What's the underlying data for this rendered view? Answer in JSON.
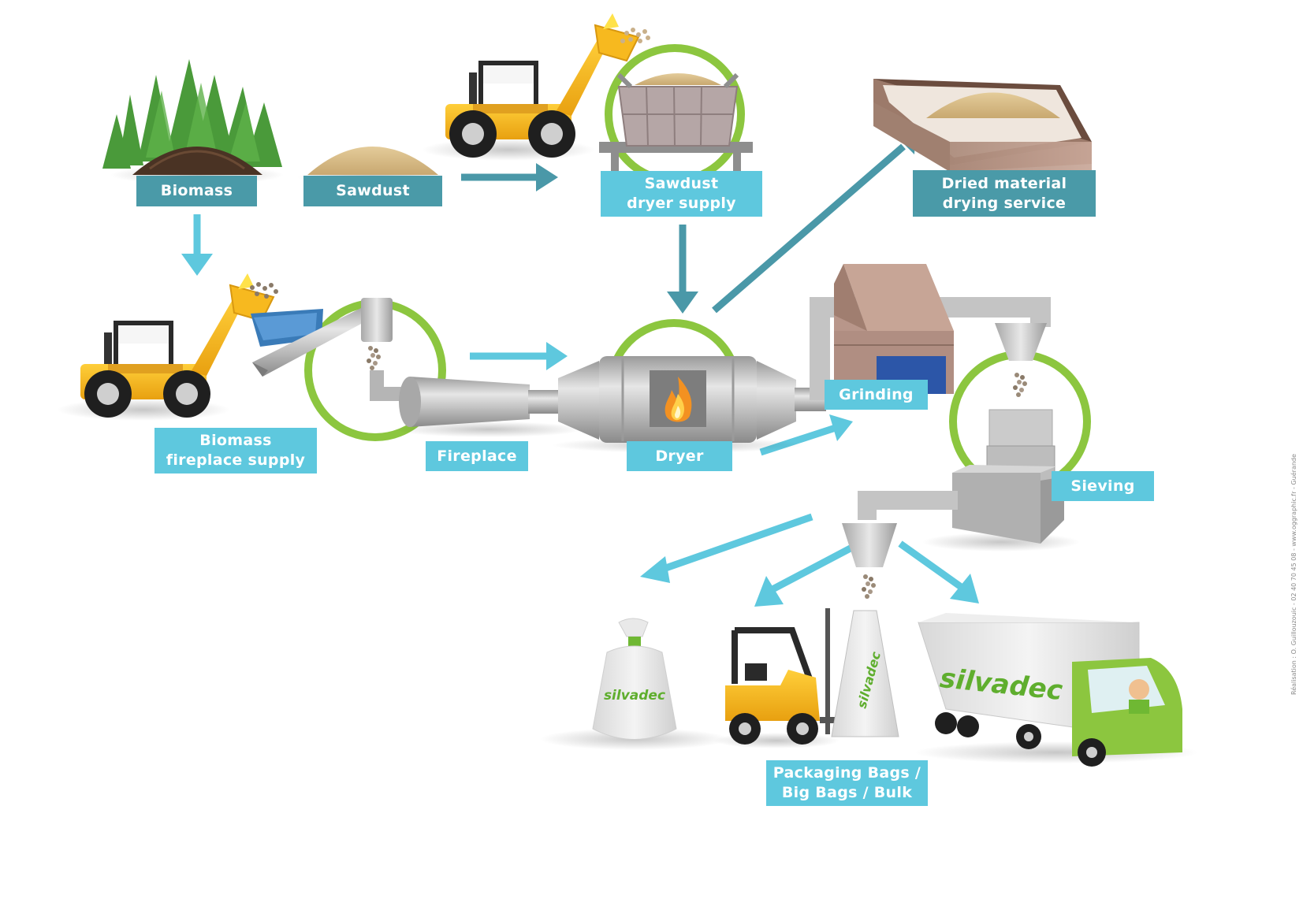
{
  "colors": {
    "teal_dark": "#4a9aa8",
    "teal_light": "#5ec8de",
    "arrow_teal": "#4a98a8",
    "arrow_light": "#5ec8de",
    "ring_green": "#8cc63f",
    "machine_yellow": "#f5b31a",
    "brand_green": "#6fb833"
  },
  "labels": {
    "biomass": "Biomass",
    "sawdust": "Sawdust",
    "sawdust_dryer_supply": [
      "Sawdust",
      "dryer supply"
    ],
    "dried_material": [
      "Dried material",
      "drying service"
    ],
    "biomass_fireplace_supply": [
      "Biomass",
      "fireplace supply"
    ],
    "fireplace": "Fireplace",
    "dryer": "Dryer",
    "grinding": "Grinding",
    "sieving": "Sieving",
    "packaging": [
      "Packaging Bags /",
      "Big Bags / Bulk"
    ]
  },
  "brand": {
    "logo_text": "silvadec"
  },
  "credit": "Réalisation : O. Guillouzouic - 02 40 70 45 08 - www.oggraphic.fr - Guérande",
  "icons": [
    "forest-icon",
    "sawdust-pile-icon",
    "wheel-loader-icon",
    "hopper-bin-icon",
    "dried-material-tray-icon",
    "screw-conveyor-icon",
    "burner-cyclone-icon",
    "rotary-dryer-icon",
    "flame-icon",
    "grinder-building-icon",
    "sieve-machine-icon",
    "big-bag-icon",
    "forklift-icon",
    "bulk-silo-icon",
    "delivery-truck-icon"
  ]
}
